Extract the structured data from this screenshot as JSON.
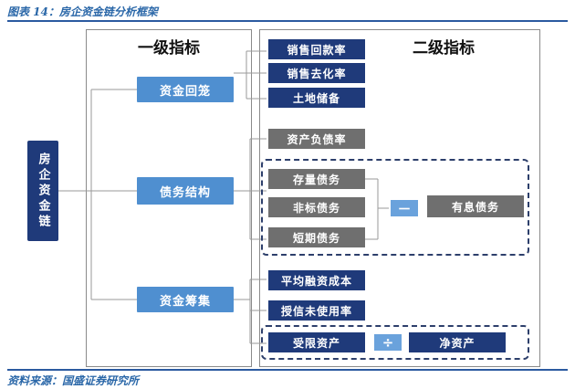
{
  "caption": "图表 14：房企资金链分析框架",
  "source": "资料来源：国盛证券研究所",
  "root": {
    "label": "房企资金链"
  },
  "level1": {
    "heading": "一级指标",
    "items": [
      "资金回笼",
      "债务结构",
      "资金筹集"
    ]
  },
  "level2": {
    "heading": "二级指标",
    "groups": [
      {
        "items": [
          "销售回款率",
          "销售去化率",
          "土地储备"
        ]
      },
      {
        "items": [
          "资产负债率"
        ],
        "dashed_items": [
          "存量债务",
          "非标债务",
          "短期债务"
        ],
        "result": "有息债务",
        "operator": "－"
      },
      {
        "items": [
          "平均融资成本",
          "授信未使用率"
        ],
        "dashed_items": [
          "受限资产"
        ],
        "result": "净资产",
        "operator": "÷"
      }
    ]
  },
  "colors": {
    "dark_blue": "#1f3a7a",
    "light_blue": "#4f8fd0",
    "gray": "#6f6f6f",
    "operator": "#6aa2dc",
    "caption_text": "#2a67a8"
  }
}
